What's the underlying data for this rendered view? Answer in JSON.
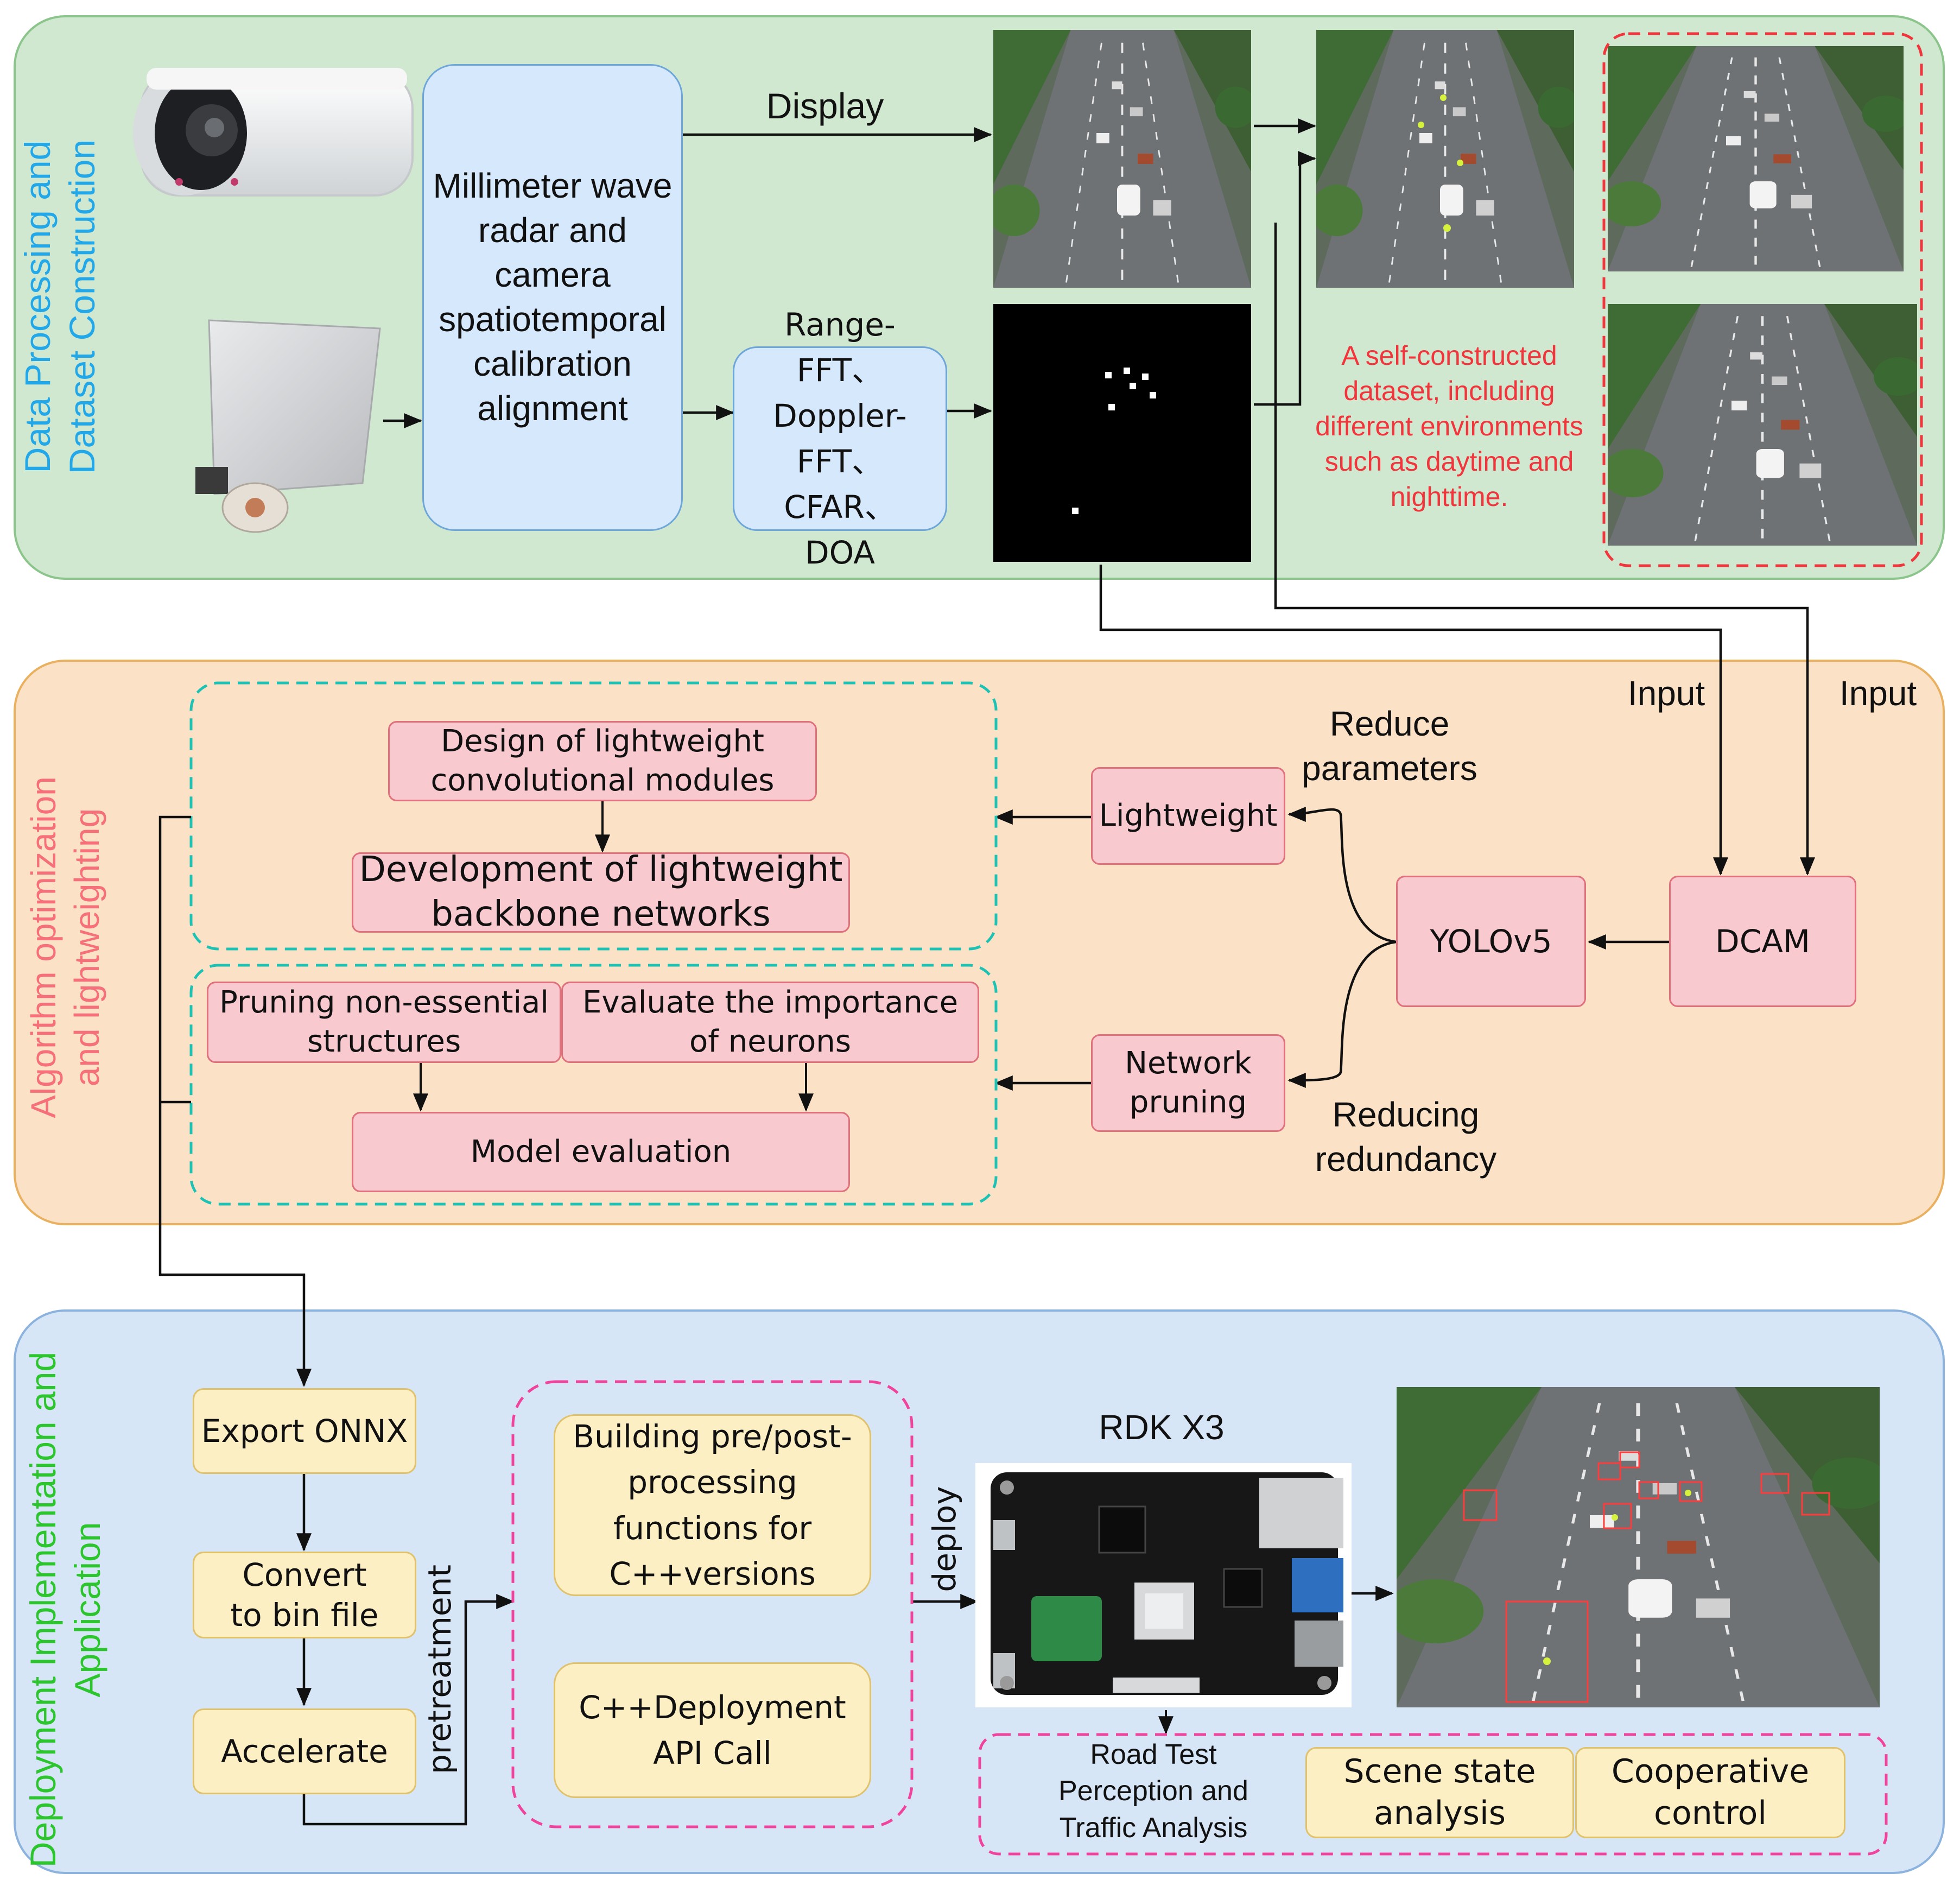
{
  "colors": {
    "panel1_bg": "#cfe8cf",
    "panel1_border": "#8cc58c",
    "panel2_bg": "#fbe2c6",
    "panel2_border": "#e9b05f",
    "panel3_bg": "#d6e6f7",
    "panel3_border": "#8cb2de",
    "title1": "#22a7e9",
    "title2": "#f5707a",
    "title3": "#2dc52d",
    "dataset_note": "#f0363c"
  },
  "sections": {
    "data_processing": {
      "title": "Data Processing and Dataset Construction",
      "calibration_box": "Millimeter wave radar and camera spatiotemporal calibration alignment",
      "fft_box": "Range-FFT、Doppler-FFT、CFAR、 DOA",
      "display_label": "Display",
      "dataset_note": "A self-constructed dataset, including different environments such as daytime and nighttime."
    },
    "algorithm": {
      "title": "Algorithm optimization and lightweighting",
      "input_label_1": "Input",
      "input_label_2": "Input",
      "design_box": "Design of lightweight convolutional modules",
      "backbone_box": "Development of lightweight backbone networks",
      "pruning_box": "Pruning non-essential structures",
      "evaluate_box": "Evaluate the importance of neurons",
      "model_eval_box": "Model evaluation",
      "lightweight_box": "Lightweight",
      "network_pruning_box": "Network pruning",
      "yolo_box": "YOLOv5",
      "dcam_box": "DCAM",
      "reduce_params": "Reduce parameters",
      "reduce_redundancy": "Reducing redundancy"
    },
    "deployment": {
      "title": "Deployment Implementation and Application",
      "export_box": "Export ONNX",
      "convert_box": "Convert to bin file",
      "accelerate_box": "Accelerate",
      "pretreatment_label": "pretreatment",
      "building_box": "Building pre/post-processing functions for C++versions",
      "api_box": "C++Deployment API Call",
      "deploy_label": "deploy",
      "board_label": "RDK X3",
      "road_test": "Road Test Perception and Traffic Analysis",
      "scene_box": "Scene state analysis",
      "coop_box": "Cooperative control"
    }
  },
  "icons": [
    "camera-icon",
    "radar-icon",
    "dev-board-icon",
    "traffic-photo-icon",
    "radar-pointcloud-icon"
  ]
}
